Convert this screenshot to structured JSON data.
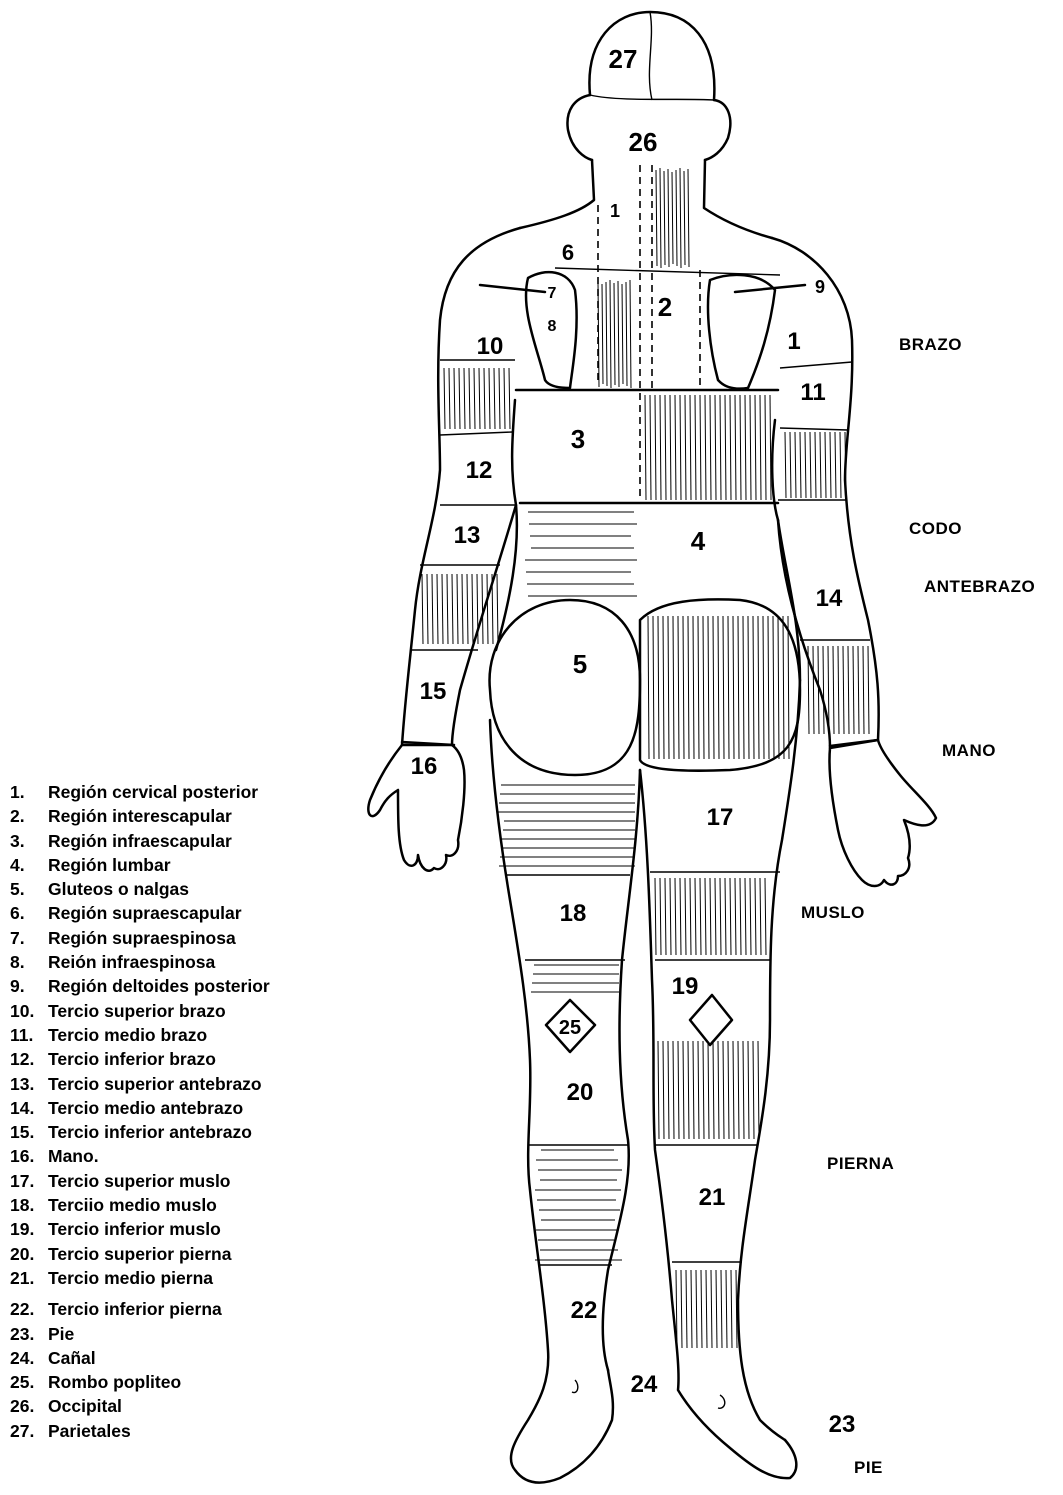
{
  "legend": [
    {
      "num": "1.",
      "label": "Región cervical posterior"
    },
    {
      "num": "2.",
      "label": "Región interescapular"
    },
    {
      "num": "3.",
      "label": "Región infraescapular"
    },
    {
      "num": "4.",
      "label": "Región lumbar"
    },
    {
      "num": "5.",
      "label": "Gluteos o nalgas"
    },
    {
      "num": "6.",
      "label": "Región supraescapular"
    },
    {
      "num": "7.",
      "label": "Región supraespinosa"
    },
    {
      "num": "8.",
      "label": "Reión infraespinosa"
    },
    {
      "num": "9.",
      "label": "Región deltoides posterior"
    },
    {
      "num": "10.",
      "label": "Tercio superior brazo"
    },
    {
      "num": "11.",
      "label": "Tercio medio brazo"
    },
    {
      "num": "12.",
      "label": "Tercio inferior brazo"
    },
    {
      "num": "13.",
      "label": "Tercio superior antebrazo"
    },
    {
      "num": "14.",
      "label": "Tercio medio antebrazo"
    },
    {
      "num": "15.",
      "label": "Tercio inferior antebrazo"
    },
    {
      "num": "16.",
      "label": "Mano."
    },
    {
      "num": "17.",
      "label": "Tercio superior muslo"
    },
    {
      "num": "18.",
      "label": "Terciio medio muslo"
    },
    {
      "num": "19.",
      "label": "Tercio inferior muslo"
    },
    {
      "num": "20.",
      "label": "Tercio superior pierna"
    },
    {
      "num": "21.",
      "label": "Tercio medio pierna"
    },
    {
      "num": "22.",
      "label": "Tercio inferior pierna"
    },
    {
      "num": "23.",
      "label": "Pie"
    },
    {
      "num": "24.",
      "label": "Cañal"
    },
    {
      "num": "25.",
      "label": "Rombo popliteo"
    },
    {
      "num": "26.",
      "label": "Occipital"
    },
    {
      "num": "27.",
      "label": "Parietales"
    }
  ],
  "side_labels": {
    "brazo": "BRAZO",
    "codo": "CODO",
    "antebrazo": "ANTEBRAZO",
    "mano": "MANO",
    "muslo": "MUSLO",
    "pierna": "PIERNA",
    "pie": "PIE"
  },
  "region_numbers": {
    "r27": "27",
    "r26": "26",
    "r1a": "1",
    "r6": "6",
    "r7": "7",
    "r8": "8",
    "r9": "9",
    "r2": "2",
    "r1b": "1",
    "r10": "10",
    "r11": "11",
    "r3": "3",
    "r12": "12",
    "r13": "13",
    "r4": "4",
    "r14": "14",
    "r5": "5",
    "r15": "15",
    "r16": "16",
    "r17": "17",
    "r18": "18",
    "r19": "19",
    "r25": "25",
    "r20": "20",
    "r21": "21",
    "r22": "22",
    "r24": "24",
    "r23": "23"
  }
}
